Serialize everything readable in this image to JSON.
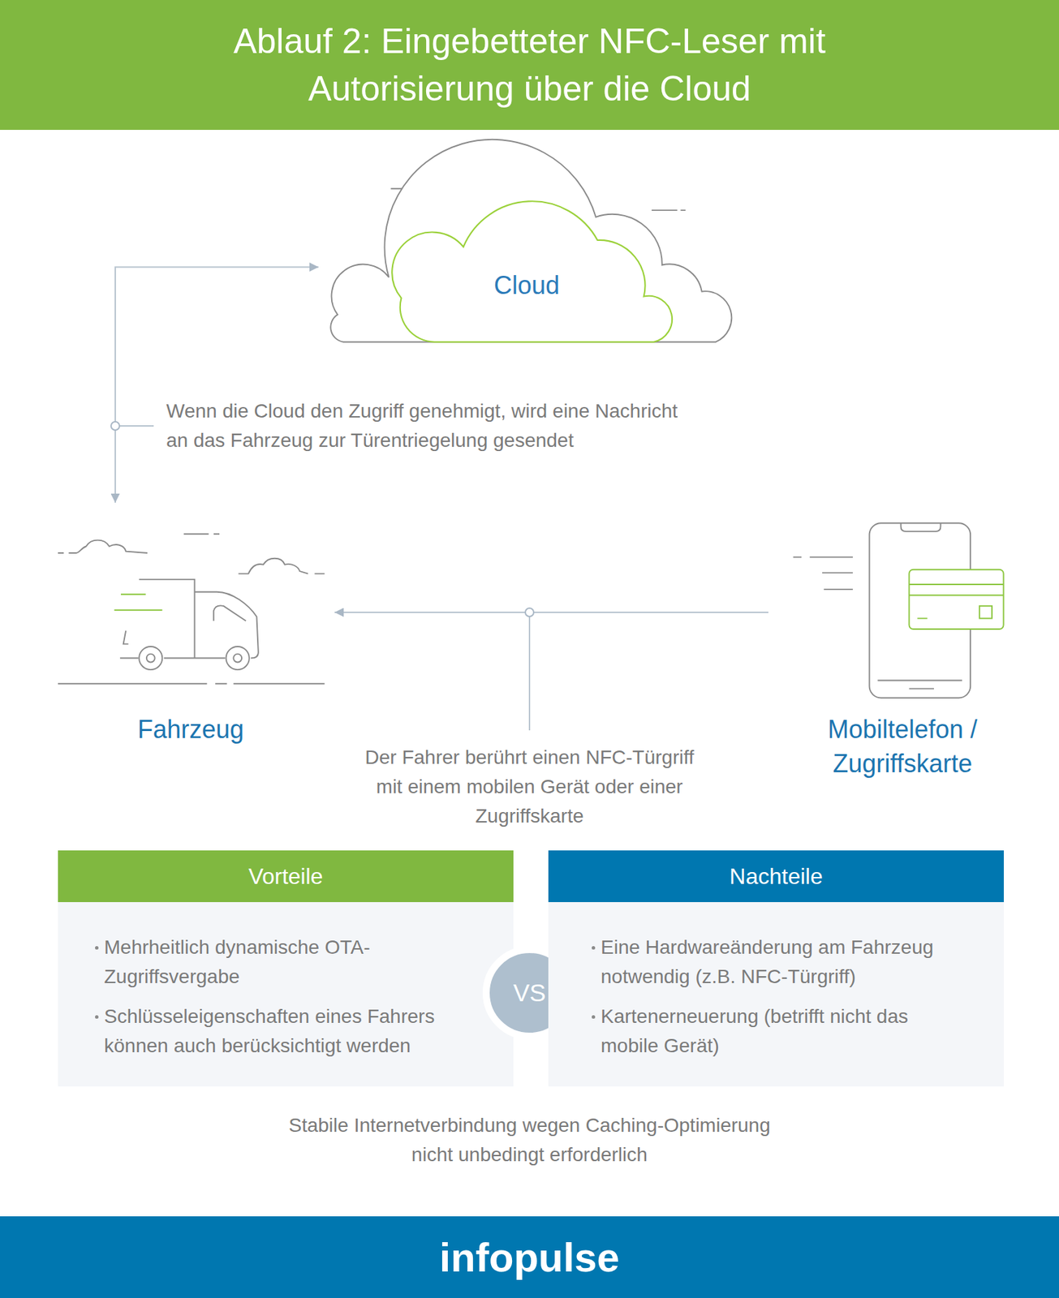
{
  "diagram": {
    "title": "Ablauf 2: Eingebetteter NFC-Leser mit Autorisierung über die Cloud",
    "caption": "Stabile Internetverbindung wegen Caching-Optimierung nicht unbedingt erforderlich",
    "nodes": [
      {
        "text": [
          "Cloud"
        ]
      },
      {
        "text": [
          "Fahrzeug"
        ]
      },
      {
        "text": [
          "Mobiltelefon / Zugriffskarte"
        ]
      },
      {
        "text": [
          "Vorteile",
          "Mehrheitlich dynamische OTA-Zugriffsvergabe",
          "Schlüsseleigenschaften eines Fahrers können auch berücksichtigt werden"
        ]
      },
      {
        "text": [
          "VS"
        ]
      },
      {
        "text": [
          "Nachteile",
          "Eine Hardwareänderung am Fahrzeug notwendig (z.B. NFC-Türgriff)",
          "Kartenerneuerung (betrifft nicht das mobile Gerät)"
        ]
      },
      {
        "text": [
          "infopulse"
        ]
      }
    ],
    "edges": [
      {
        "from": 1,
        "to": 0,
        "arrow": "both",
        "label": "Wenn die Cloud den Zugriff genehmigt, wird eine Nachricht an das Fahrzeug zur Türentriegelung gesendet"
      },
      {
        "from": 2,
        "to": 1,
        "arrow": "to",
        "label": "Der Fahrer berührt einen NFC-Türgriff mit einem mobilen Gerät oder einer Zugriffskarte"
      }
    ]
  }
}
